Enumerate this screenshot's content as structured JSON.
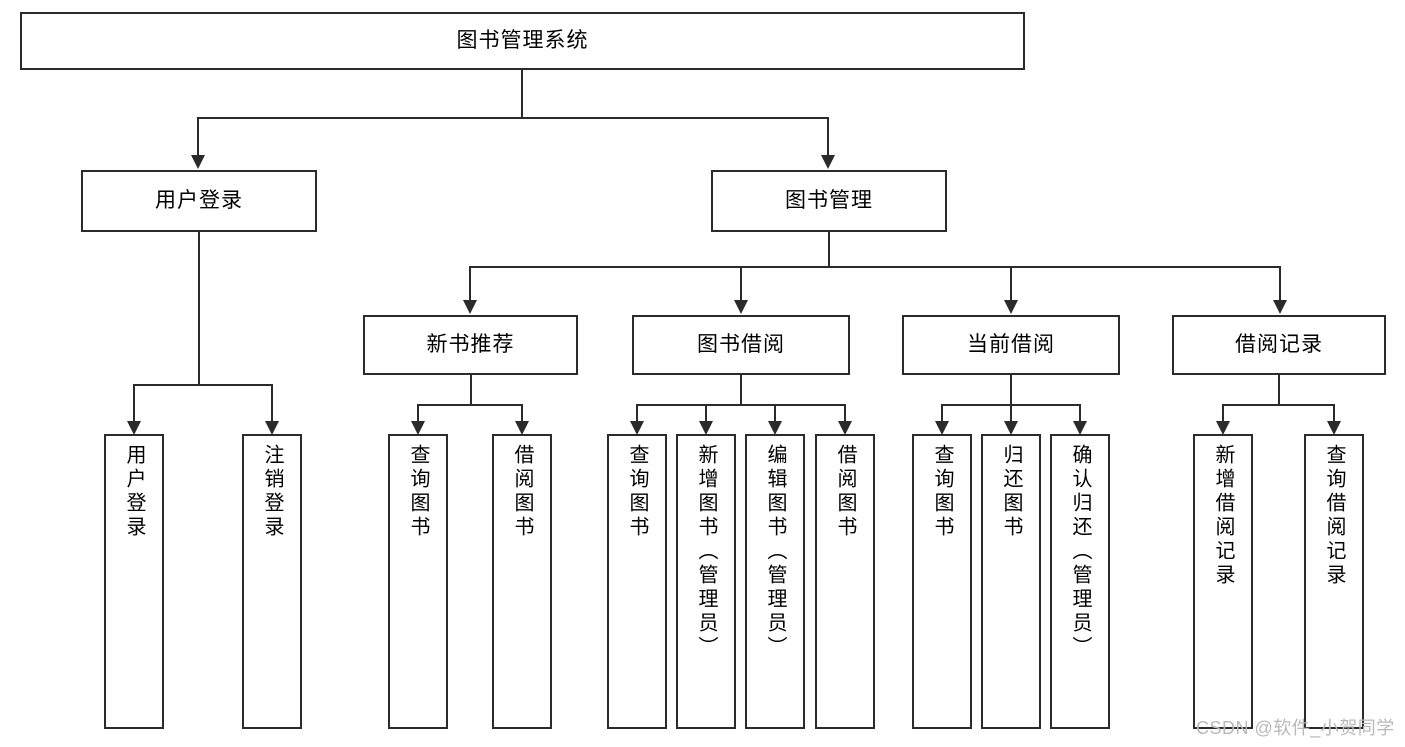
{
  "diagram": {
    "title": "图书管理系统",
    "type": "功能结构图",
    "style": {
      "box_border_color": "#2b2b2b",
      "box_fill_color": "#ffffff",
      "connector_color": "#2b2b2b",
      "text_color": "#000000",
      "background": "#ffffff",
      "watermark_color": "#b9b9b9"
    },
    "nodes": {
      "root": {
        "label": "图书管理系统",
        "orientation": "horizontal"
      },
      "l1": [
        {
          "label": "用户登录",
          "orientation": "horizontal"
        },
        {
          "label": "图书管理",
          "orientation": "horizontal"
        }
      ],
      "l2": [
        {
          "label": "新书推荐",
          "orientation": "horizontal"
        },
        {
          "label": "图书借阅",
          "orientation": "horizontal"
        },
        {
          "label": "当前借阅",
          "orientation": "horizontal"
        },
        {
          "label": "借阅记录",
          "orientation": "horizontal"
        }
      ],
      "leaves": {
        "user_login": [
          {
            "label": "用户登录",
            "orientation": "vertical"
          },
          {
            "label": "注销登录",
            "orientation": "vertical"
          }
        ],
        "new_book": [
          {
            "label": "查询图书",
            "orientation": "vertical"
          },
          {
            "label": "借阅图书",
            "orientation": "vertical"
          }
        ],
        "book_borrow": [
          {
            "label": "查询图书",
            "orientation": "vertical"
          },
          {
            "label": "新增图书（管理员）",
            "orientation": "vertical"
          },
          {
            "label": "编辑图书（管理员）",
            "orientation": "vertical"
          },
          {
            "label": "借阅图书",
            "orientation": "vertical"
          }
        ],
        "current_borrow": [
          {
            "label": "查询图书",
            "orientation": "vertical"
          },
          {
            "label": "归还图书",
            "orientation": "vertical"
          },
          {
            "label": "确认归还（管理员）",
            "orientation": "vertical"
          }
        ],
        "borrow_record": [
          {
            "label": "新增借阅记录",
            "orientation": "vertical"
          },
          {
            "label": "查询借阅记录",
            "orientation": "vertical"
          }
        ]
      }
    },
    "edges": [
      {
        "from": "图书管理系统",
        "to": "用户登录"
      },
      {
        "from": "图书管理系统",
        "to": "图书管理"
      },
      {
        "from": "图书管理",
        "to": "新书推荐"
      },
      {
        "from": "图书管理",
        "to": "图书借阅"
      },
      {
        "from": "图书管理",
        "to": "当前借阅"
      },
      {
        "from": "图书管理",
        "to": "借阅记录"
      },
      {
        "from": "用户登录",
        "to": "用户登录"
      },
      {
        "from": "用户登录",
        "to": "注销登录"
      },
      {
        "from": "新书推荐",
        "to": "查询图书"
      },
      {
        "from": "新书推荐",
        "to": "借阅图书"
      },
      {
        "from": "图书借阅",
        "to": "查询图书"
      },
      {
        "from": "图书借阅",
        "to": "新增图书（管理员）"
      },
      {
        "from": "图书借阅",
        "to": "编辑图书（管理员）"
      },
      {
        "from": "图书借阅",
        "to": "借阅图书"
      },
      {
        "from": "当前借阅",
        "to": "查询图书"
      },
      {
        "from": "当前借阅",
        "to": "归还图书"
      },
      {
        "from": "当前借阅",
        "to": "确认归还（管理员）"
      },
      {
        "from": "借阅记录",
        "to": "新增借阅记录"
      },
      {
        "from": "借阅记录",
        "to": "查询借阅记录"
      }
    ]
  },
  "watermark": {
    "text": "CSDN @软件_小贺同学"
  }
}
